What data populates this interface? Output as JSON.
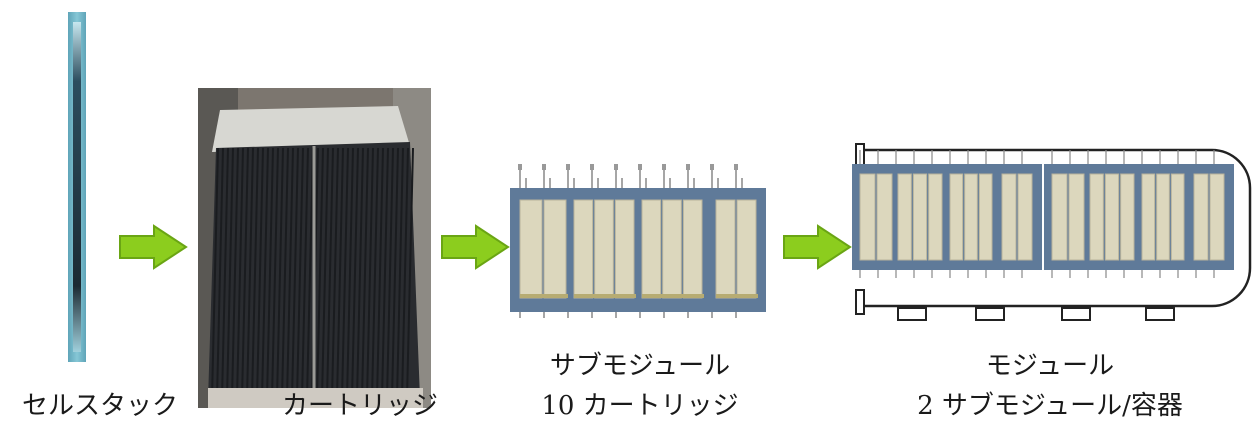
{
  "stages": [
    {
      "id": "cell-stack",
      "label_lines": [
        "セルスタック"
      ]
    },
    {
      "id": "cartridge",
      "label_lines": [
        "カートリッジ"
      ]
    },
    {
      "id": "submodule",
      "label_lines": [
        "サブモジュール",
        "10 カートリッジ"
      ]
    },
    {
      "id": "module",
      "label_lines": [
        "モジュール",
        "2 サブモジュール/容器"
      ]
    }
  ],
  "colors": {
    "arrow": "#8ccd1e",
    "arrow_stroke": "#6aa514",
    "frame": "#5f7a99",
    "cartridge_fill": "#dcd7bd",
    "vessel_stroke": "#222222"
  }
}
